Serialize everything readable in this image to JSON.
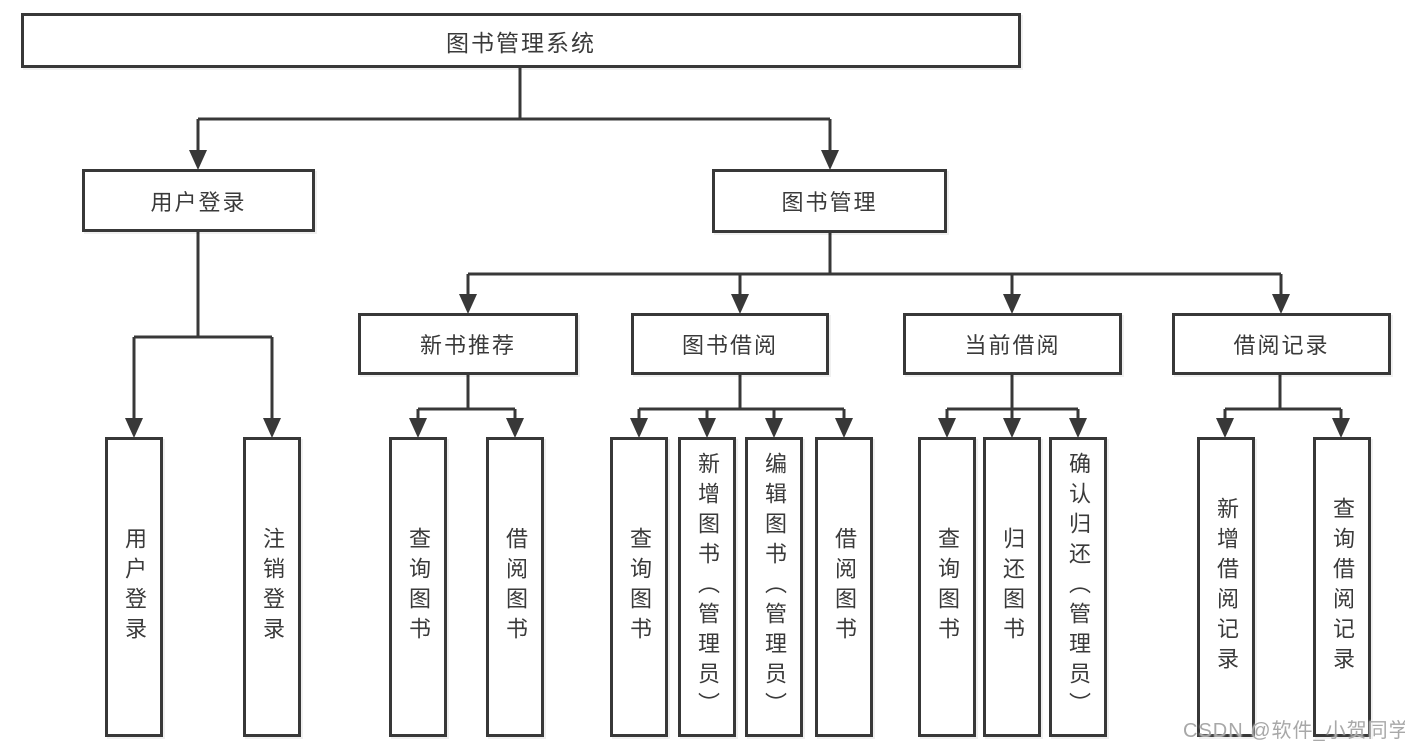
{
  "diagram": {
    "root": {
      "label": "图书管理系统"
    },
    "user_login": {
      "label": "用户登录",
      "children": [
        {
          "label": "用户登录"
        },
        {
          "label": "注销登录"
        }
      ]
    },
    "book_management": {
      "label": "图书管理",
      "modules": [
        {
          "label": "新书推荐",
          "children": [
            {
              "label": "查询图书"
            },
            {
              "label": "借阅图书"
            }
          ]
        },
        {
          "label": "图书借阅",
          "children": [
            {
              "label": "查询图书"
            },
            {
              "label": "新增图书（管理员）"
            },
            {
              "label": "编辑图书（管理员）"
            },
            {
              "label": "借阅图书"
            }
          ]
        },
        {
          "label": "当前借阅",
          "children": [
            {
              "label": "查询图书"
            },
            {
              "label": "归还图书"
            },
            {
              "label": "确认归还（管理员）"
            }
          ]
        },
        {
          "label": "借阅记录",
          "children": [
            {
              "label": "新增借阅记录"
            },
            {
              "label": "查询借阅记录"
            }
          ]
        }
      ]
    }
  },
  "watermark": "CSDN @软件_小贺同学",
  "colors": {
    "line": "#383838",
    "text": "#3a3a3a",
    "box_bg": "#ffffff",
    "watermark": "#a8a8a8",
    "background": "#ffffff"
  }
}
